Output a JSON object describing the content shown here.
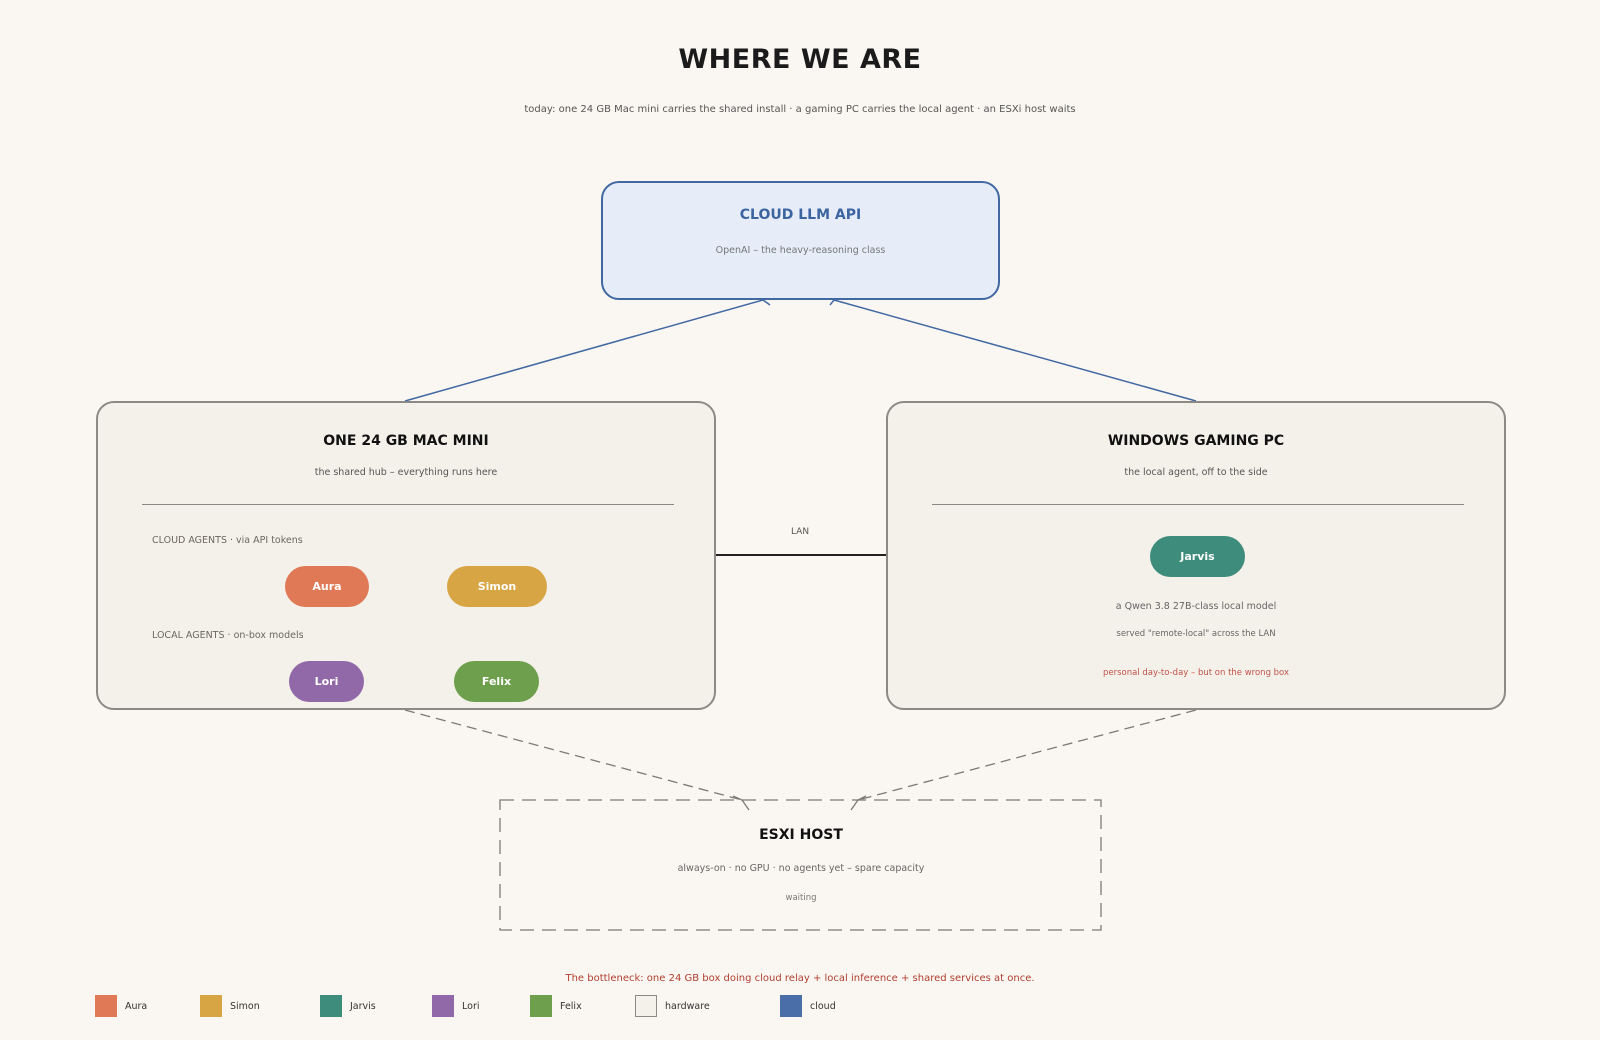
{
  "title": "WHERE WE ARE",
  "subtitle": "today: one 24 GB Mac mini carries the shared install · a gaming PC carries the local agent · an ESXi host waits",
  "colors": {
    "aura": "#e07a56",
    "simon": "#d8a544",
    "jarvis": "#3e8c7b",
    "lori": "#9169a9",
    "felix": "#6e9f4d",
    "cloud": "#4a6ea8",
    "cloud_fill": "#e6edf8",
    "hardware_fill": "#f4f1eb",
    "hardware_border": "#8d8a85",
    "warning": "#b13e30"
  },
  "cloud": {
    "title": "CLOUD LLM API",
    "subtitle": "OpenAI – the heavy-reasoning class"
  },
  "mac": {
    "title": "ONE 24 GB MAC MINI",
    "subtitle": "the shared hub – everything runs here",
    "cloud_section": "CLOUD AGENTS · via API tokens",
    "local_section": "LOCAL AGENTS · on-box models",
    "agents": {
      "aura": "Aura",
      "simon": "Simon",
      "lori": "Lori",
      "felix": "Felix"
    }
  },
  "pc": {
    "title": "WINDOWS GAMING PC",
    "subtitle": "the local agent, off to the side",
    "agent": "Jarvis",
    "model_note": "a Qwen 3.8 27B-class local model",
    "serve_note": "served \"remote-local\" across the LAN",
    "warning_note": "personal day-to-day – but on the wrong box"
  },
  "lan_label": "LAN",
  "esxi": {
    "title": "ESXI HOST",
    "subtitle": "always-on · no GPU · no agents yet – spare capacity",
    "status": "waiting"
  },
  "bottleneck": "The bottleneck: one 24 GB box doing cloud relay + local inference + shared services at once.",
  "legend": {
    "aura": "Aura",
    "simon": "Simon",
    "jarvis": "Jarvis",
    "lori": "Lori",
    "felix": "Felix",
    "hardware": "hardware",
    "cloud": "cloud"
  }
}
